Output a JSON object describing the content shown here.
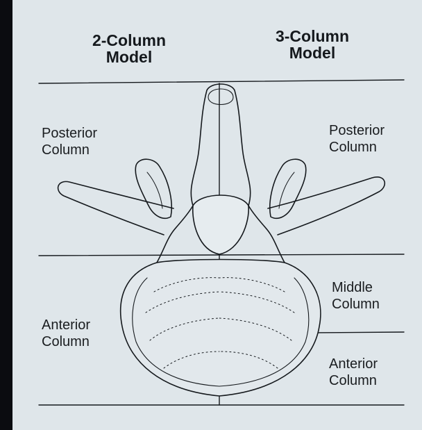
{
  "headers": {
    "two_column_model": "2-Column\nModel",
    "three_column_model": "3-Column\nModel"
  },
  "left_labels": {
    "posterior_column": "Posterior\nColumn",
    "anterior_column": "Anterior\nColumn"
  },
  "right_labels": {
    "posterior_column": "Posterior\nColumn",
    "middle_column": "Middle\nColumn",
    "anterior_column": "Anterior\nColumn"
  },
  "colors": {
    "background": "#dfe6ea",
    "ink": "#15191d",
    "frame": "#0b0c10"
  }
}
